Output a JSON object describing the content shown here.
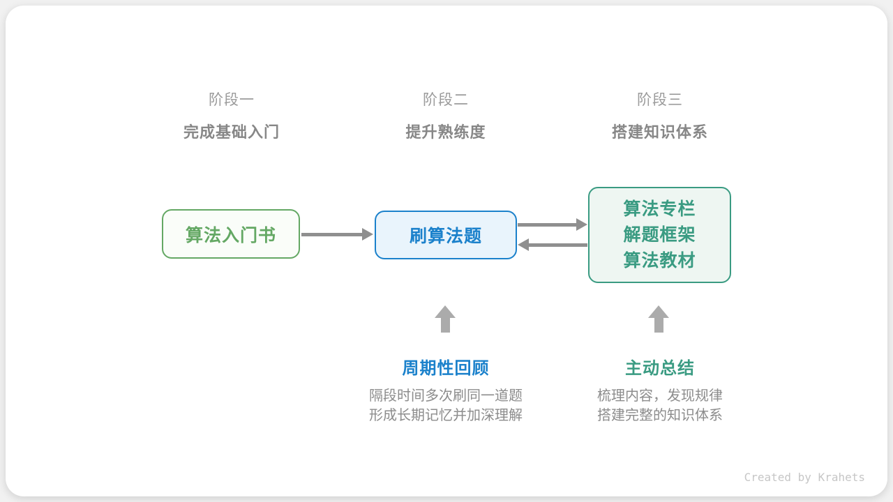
{
  "colors": {
    "page-bg": "#f1f1f1",
    "card-bg": "#ffffff",
    "green": "#64a864",
    "green-bg": "#fafdf9",
    "blue": "#1b81cb",
    "blue-bg": "#e9f4fc",
    "teal": "#3a9b82",
    "teal-bg": "#eef6f2",
    "gray-label": "#9b9b9b",
    "gray-subtitle": "#878787",
    "gray-text": "#8c8c8c",
    "arrow-gray": "#8f8f8f",
    "up-arrow-gray": "#ababab",
    "credit-gray": "#c6c6c6"
  },
  "stages": [
    {
      "label": "阶段一",
      "subtitle": "完成基础入门"
    },
    {
      "label": "阶段二",
      "subtitle": "提升熟练度"
    },
    {
      "label": "阶段三",
      "subtitle": "搭建知识体系"
    }
  ],
  "nodes": [
    {
      "title": "算法入门书"
    },
    {
      "title": "刷算法题"
    },
    {
      "lines": [
        "算法专栏",
        "解题框架",
        "算法教材"
      ]
    }
  ],
  "connections": [
    {
      "from": "算法入门书",
      "to": "刷算法题",
      "direction": "right"
    },
    {
      "from": "刷算法题",
      "to": "算法专栏/解题框架/算法教材",
      "direction": "right"
    },
    {
      "from": "算法专栏/解题框架/算法教材",
      "to": "刷算法题",
      "direction": "left"
    },
    {
      "from": "周期性回顾",
      "to": "刷算法题",
      "direction": "up"
    },
    {
      "from": "主动总结",
      "to": "算法专栏/解题框架/算法教材",
      "direction": "up"
    }
  ],
  "annotations": [
    {
      "title": "周期性回顾",
      "desc": [
        "隔段时间多次刷同一道题",
        "形成长期记忆并加深理解"
      ]
    },
    {
      "title": "主动总结",
      "desc": [
        "梳理内容，发现规律",
        "搭建完整的知识体系"
      ]
    }
  ],
  "footer": {
    "credit": "Created by Krahets"
  }
}
